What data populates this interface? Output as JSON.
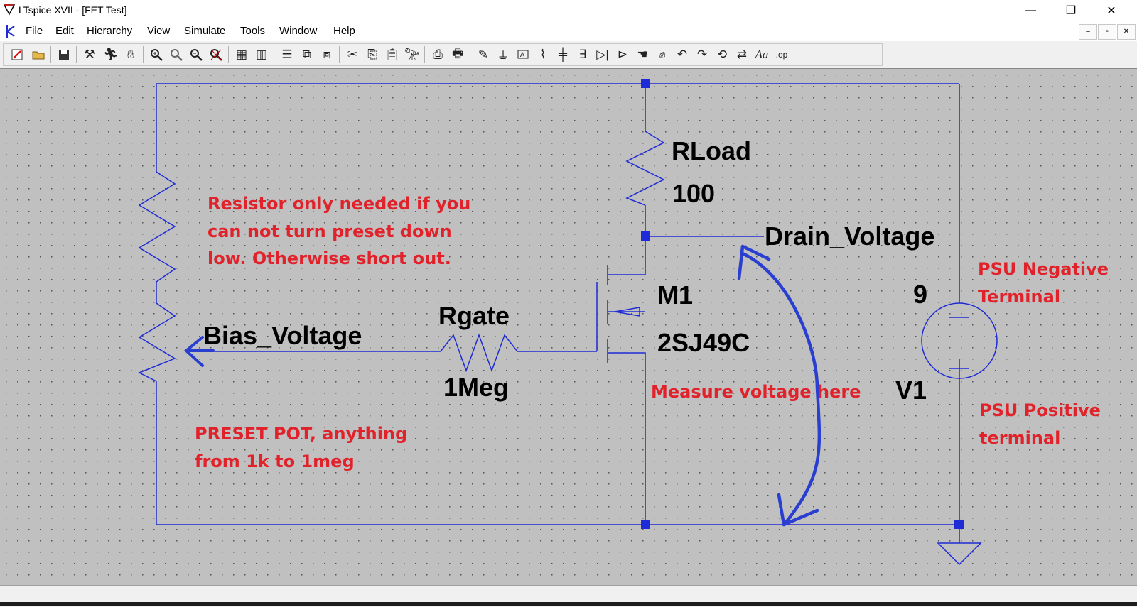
{
  "window": {
    "title": "LTspice XVII - [FET Test]",
    "controls": {
      "minimize": "—",
      "restore": "❐",
      "close": "✕"
    }
  },
  "menu": {
    "items": [
      "File",
      "Edit",
      "Hierarchy",
      "View",
      "Simulate",
      "Tools",
      "Window",
      "Help"
    ],
    "mdi": {
      "minimize": "–",
      "restore": "▫",
      "close": "✕"
    }
  },
  "toolbar": {
    "icons": [
      "new-schematic-icon",
      "open-icon",
      "save-icon",
      "control-panel-icon",
      "run-icon",
      "pan-icon",
      "zoom-in-icon",
      "zoom-area-icon",
      "zoom-out-icon",
      "zoom-fit-icon",
      "autoscale-icon",
      "waveform-icon",
      "tile-horizontal-icon",
      "cascade-icon",
      "tile-vertical-icon",
      "cut-icon",
      "copy-icon",
      "paste-icon",
      "find-icon",
      "print-preview-icon",
      "print-icon",
      "draw-wire-icon",
      "ground-icon",
      "label-net-icon",
      "resistor-icon",
      "capacitor-icon",
      "inductor-icon",
      "diode-icon",
      "component-icon",
      "move-icon",
      "drag-icon",
      "undo-icon",
      "redo-icon",
      "rotate-icon",
      "mirror-icon",
      "text-icon",
      "spice-directive-icon"
    ],
    "text_aa": "Aa",
    "text_op": ".op"
  },
  "schematic": {
    "wire_color": "#1e2bd6",
    "background": "#c0c0c0",
    "components": {
      "rload": {
        "name": "RLoad",
        "value": "100"
      },
      "rgate": {
        "name": "Rgate",
        "value": "1Meg"
      },
      "m1": {
        "name": "M1",
        "value": "2SJ49C"
      },
      "v1": {
        "name": "V1",
        "value": "9"
      }
    },
    "nets": {
      "bias": "Bias_Voltage",
      "drain": "Drain_Voltage"
    },
    "annotations": {
      "resistor_note": [
        "Resistor only needed if you",
        "can not turn preset down",
        "low. Otherwise short out."
      ],
      "pot_note": [
        "PRESET POT, anything",
        "from 1k to 1meg"
      ],
      "measure": "Measure voltage here",
      "psu_negative": [
        "PSU Negative",
        "Terminal"
      ],
      "psu_positive": [
        "PSU Positive",
        "terminal"
      ]
    }
  }
}
